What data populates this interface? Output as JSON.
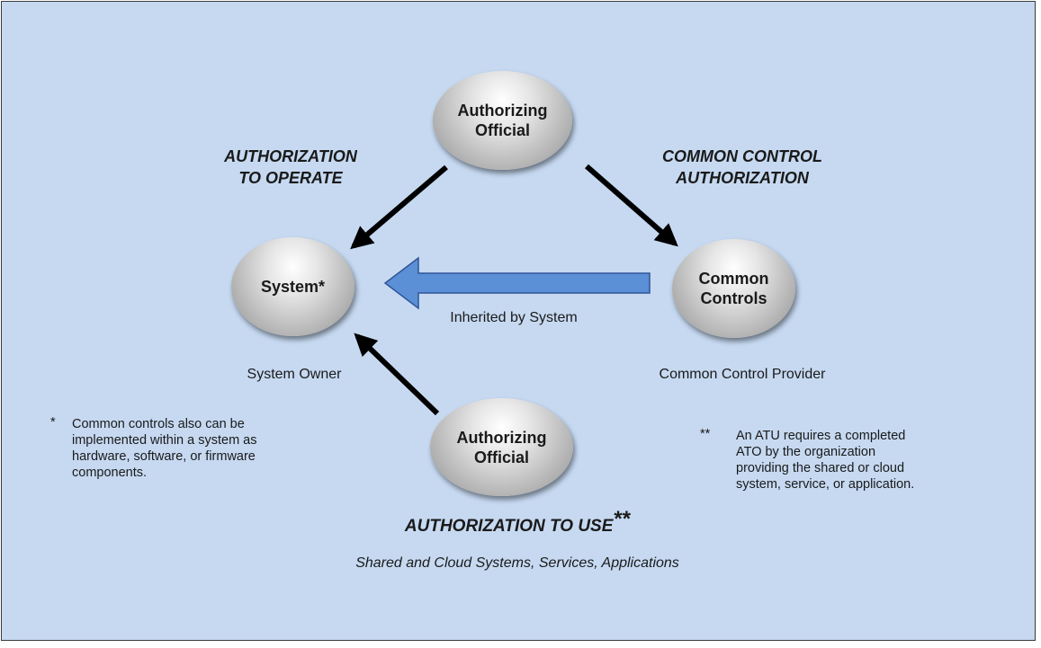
{
  "nodes": {
    "authorizing_official_top": [
      "Authorizing",
      "Official"
    ],
    "system": "System*",
    "common_controls": [
      "Common",
      "Controls"
    ],
    "authorizing_official_bottom": [
      "Authorizing",
      "Official"
    ]
  },
  "labels": {
    "ato": [
      "AUTHORIZATION",
      "TO OPERATE"
    ],
    "cca": [
      "COMMON CONTROL",
      "AUTHORIZATION"
    ],
    "atu": "AUTHORIZATION TO USE",
    "atu_marker": "**",
    "inherited": "Inherited by System",
    "system_owner": "System Owner",
    "common_control_provider": "Common Control Provider",
    "shared_cloud": "Shared and Cloud Systems, Services, Applications"
  },
  "notes": {
    "note1_marker": "*",
    "note1_lines": [
      "Common controls also can be",
      "implemented within a system as",
      "hardware, software, or firmware",
      "components."
    ],
    "note2_marker": "**",
    "note2_lines": [
      "An ATU requires a completed",
      "ATO by the organization",
      "providing the shared or cloud",
      "system, service, or application."
    ]
  },
  "colors": {
    "background": "#c6d9f1",
    "arrow_black": "#000000",
    "inherit_arrow_fill": "#5b8fd6",
    "inherit_arrow_stroke": "#2f5597"
  }
}
